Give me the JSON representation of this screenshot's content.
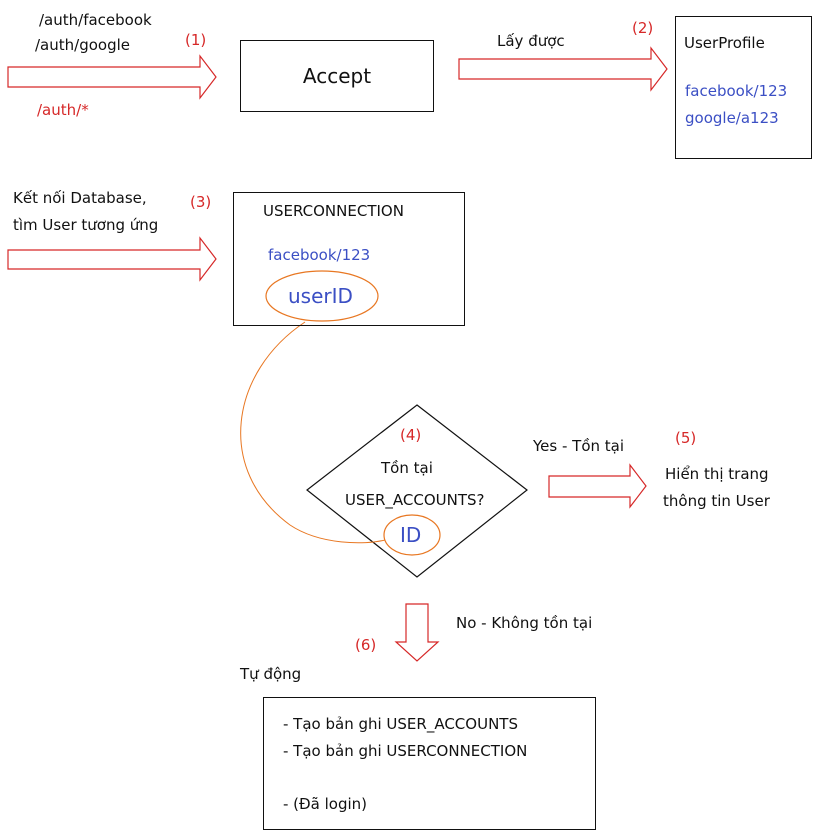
{
  "step1": {
    "number": "(1)",
    "route_facebook": "/auth/facebook",
    "route_google": "/auth/google",
    "route_wildcard": "/auth/*",
    "box_label": "Accept"
  },
  "step2": {
    "number": "(2)",
    "arrow_label": "Lấy được",
    "box_title": "UserProfile",
    "value_facebook": "facebook/123",
    "value_google": "google/a123"
  },
  "step3": {
    "number": "(3)",
    "note_line1": "Kết nối Database,",
    "note_line2": "tìm User tương ứng",
    "box_title": "USERCONNECTION",
    "value_facebook": "facebook/123",
    "ellipse_label": "userID"
  },
  "step4": {
    "number": "(4)",
    "question_line1": "Tồn tại",
    "question_line2": "USER_ACCOUNTS?",
    "ellipse_label": "ID"
  },
  "step5": {
    "number": "(5)",
    "arrow_label": "Yes - Tồn tại",
    "result_line1": "Hiển thị trang",
    "result_line2": "thông tin User"
  },
  "step6": {
    "number": "(6)",
    "arrow_label": "No - Không tồn tại",
    "auto_label": "Tự động",
    "task1": "- Tạo bản ghi USER_ACCOUNTS",
    "task2": "- Tạo bản ghi USERCONNECTION",
    "task3": "- (Đã login)"
  },
  "colors": {
    "arrow_red": "#d62828",
    "text_blue": "#3b4fc4",
    "ellipse_orange": "#e87722",
    "line_black": "#111111"
  }
}
